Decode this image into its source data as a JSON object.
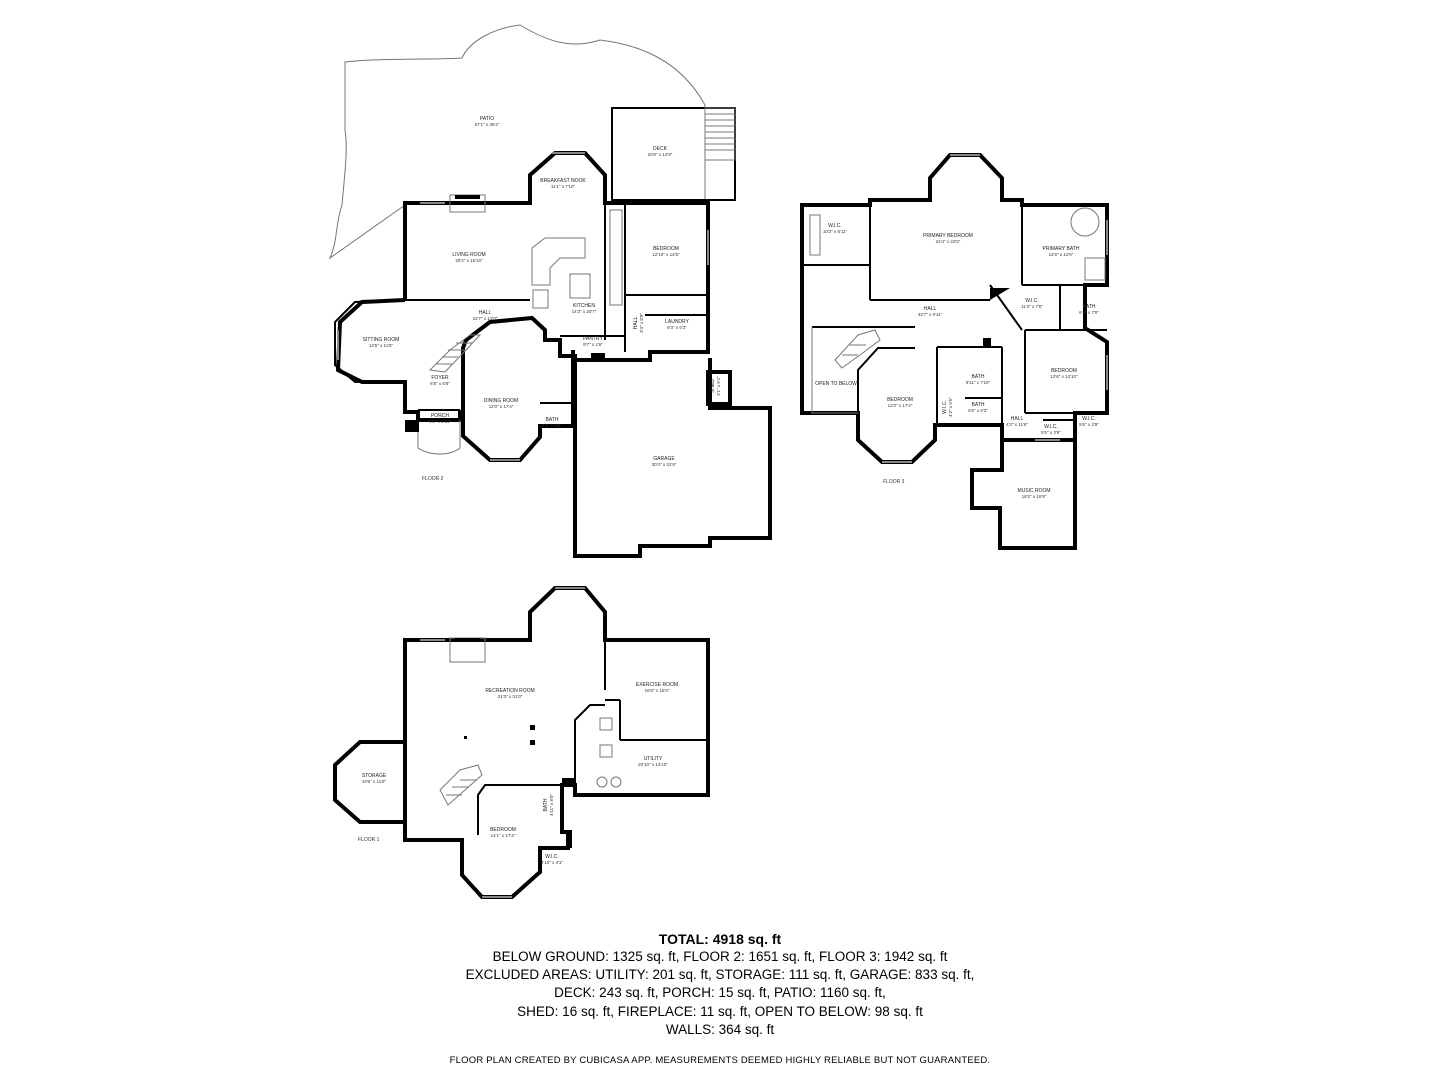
{
  "floors": [
    {
      "label": "FLOOR 2",
      "rooms": [
        {
          "key": "patio",
          "name": "PATIO",
          "dims": "57'1\" x 36'4\""
        },
        {
          "key": "deck",
          "name": "DECK",
          "dims": "20'0\" x 14'9\""
        },
        {
          "key": "breakfast",
          "name": "BREAKFAST NOOK",
          "dims": "11'1\" x 7'10\""
        },
        {
          "key": "living",
          "name": "LIVING ROOM",
          "dims": "20'2\" x 15'10\""
        },
        {
          "key": "bedroom2",
          "name": "BEDROOM",
          "dims": "12'10\" x 14'5\""
        },
        {
          "key": "kitchen",
          "name": "KITCHEN",
          "dims": "14'3\" x 20'7\""
        },
        {
          "key": "hall2",
          "name": "HALL",
          "dims": "22'7\" x 13'0\""
        },
        {
          "key": "hall2b",
          "name": "HALL",
          "dims": "3'4\" x 8'9\""
        },
        {
          "key": "laundry",
          "name": "LAUNDRY",
          "dims": "9'3\" x 6'3\""
        },
        {
          "key": "pantry",
          "name": "PANTRY",
          "dims": "9'7\" x 2'6\""
        },
        {
          "key": "sitting",
          "name": "SITTING ROOM",
          "dims": "12'5\" x 11'8\""
        },
        {
          "key": "foyer",
          "name": "FOYER",
          "dims": "6'8\" x 6'6\""
        },
        {
          "key": "porch",
          "name": "PORCH",
          "dims": "9'0\" x 1'11\""
        },
        {
          "key": "dining",
          "name": "DINING ROOM",
          "dims": "12'0\" x 17'4\""
        },
        {
          "key": "bath2",
          "name": "BATH",
          "dims": "5'1\" x 5'0\""
        },
        {
          "key": "shed",
          "name": "SHED",
          "dims": "3'1\" x 5'1\""
        },
        {
          "key": "garage",
          "name": "GARAGE",
          "dims": "30'4\" x 31'9\""
        }
      ]
    },
    {
      "label": "FLOOR 3",
      "rooms": [
        {
          "key": "wic3a",
          "name": "W.I.C.",
          "dims": "10'2\" x 6'11\""
        },
        {
          "key": "primary",
          "name": "PRIMARY BEDROOM",
          "dims": "24'4\" x 22'6\""
        },
        {
          "key": "primarybath",
          "name": "PRIMARY BATH",
          "dims": "12'6\" x 12'6\""
        },
        {
          "key": "hall3",
          "name": "HALL",
          "dims": "32'7\" x 9'11\""
        },
        {
          "key": "wic3b",
          "name": "W.I.C.",
          "dims": "11'3\" x 7'0\""
        },
        {
          "key": "bath3a",
          "name": "BATH",
          "dims": "6'4\" x 7'0\""
        },
        {
          "key": "bedroom3a",
          "name": "BEDROOM",
          "dims": "12'6\" x 12'10\""
        },
        {
          "key": "openbelow",
          "name": "OPEN TO BELOW",
          "dims": ""
        },
        {
          "key": "bedroom3b",
          "name": "BEDROOM",
          "dims": "12'0\" x 17'4\""
        },
        {
          "key": "bath3b",
          "name": "BATH",
          "dims": "9'11\" x 7'10\""
        },
        {
          "key": "bath3c",
          "name": "BATH",
          "dims": "5'5\" x 5'3\""
        },
        {
          "key": "wic3c",
          "name": "W.I.C.",
          "dims": "4'2\" x 5'5\""
        },
        {
          "key": "hall3b",
          "name": "HALL",
          "dims": "4'2\" x 11'6\""
        },
        {
          "key": "wic3d",
          "name": "W.I.C.",
          "dims": "5'5\" x 3'9\""
        },
        {
          "key": "wic3e",
          "name": "W.I.C.",
          "dims": "5'6\" x 3'9\""
        },
        {
          "key": "music",
          "name": "MUSIC ROOM",
          "dims": "16'2\" x 16'9\""
        }
      ]
    },
    {
      "label": "FLOOR 1",
      "rooms": [
        {
          "key": "recreation",
          "name": "RECREATION ROOM",
          "dims": "31'3\" x 31'0\""
        },
        {
          "key": "exercise",
          "name": "EXERCISE ROOM",
          "dims": "16'0\" x 15'0\""
        },
        {
          "key": "utility",
          "name": "UTILITY",
          "dims": "20'10\" x 13'10\""
        },
        {
          "key": "storage",
          "name": "STORAGE",
          "dims": "10'6\" x 11'8\""
        },
        {
          "key": "bedroom1",
          "name": "BEDROOM",
          "dims": "14'1\" x 17'4\""
        },
        {
          "key": "wic1",
          "name": "W.I.C.",
          "dims": "4'10\" x 4'1\""
        },
        {
          "key": "bath1",
          "name": "BATH",
          "dims": "4'11\" x 8'0\""
        }
      ]
    }
  ],
  "summary": {
    "total": "TOTAL: 4918 sq. ft",
    "lines": [
      "BELOW GROUND: 1325 sq. ft, FLOOR 2: 1651 sq. ft, FLOOR 3: 1942 sq. ft",
      "EXCLUDED AREAS: UTILITY: 201 sq. ft, STORAGE: 111 sq. ft, GARAGE: 833 sq. ft,",
      "DECK: 243 sq. ft, PORCH: 15 sq. ft, PATIO: 1160 sq. ft,",
      "SHED: 16 sq. ft, FIREPLACE: 11 sq. ft, OPEN TO BELOW: 98 sq. ft",
      "WALLS: 364 sq. ft"
    ],
    "disclaimer": "FLOOR PLAN CREATED BY CUBICASA APP. MEASUREMENTS DEEMED HIGHLY RELIABLE BUT NOT GUARANTEED."
  }
}
